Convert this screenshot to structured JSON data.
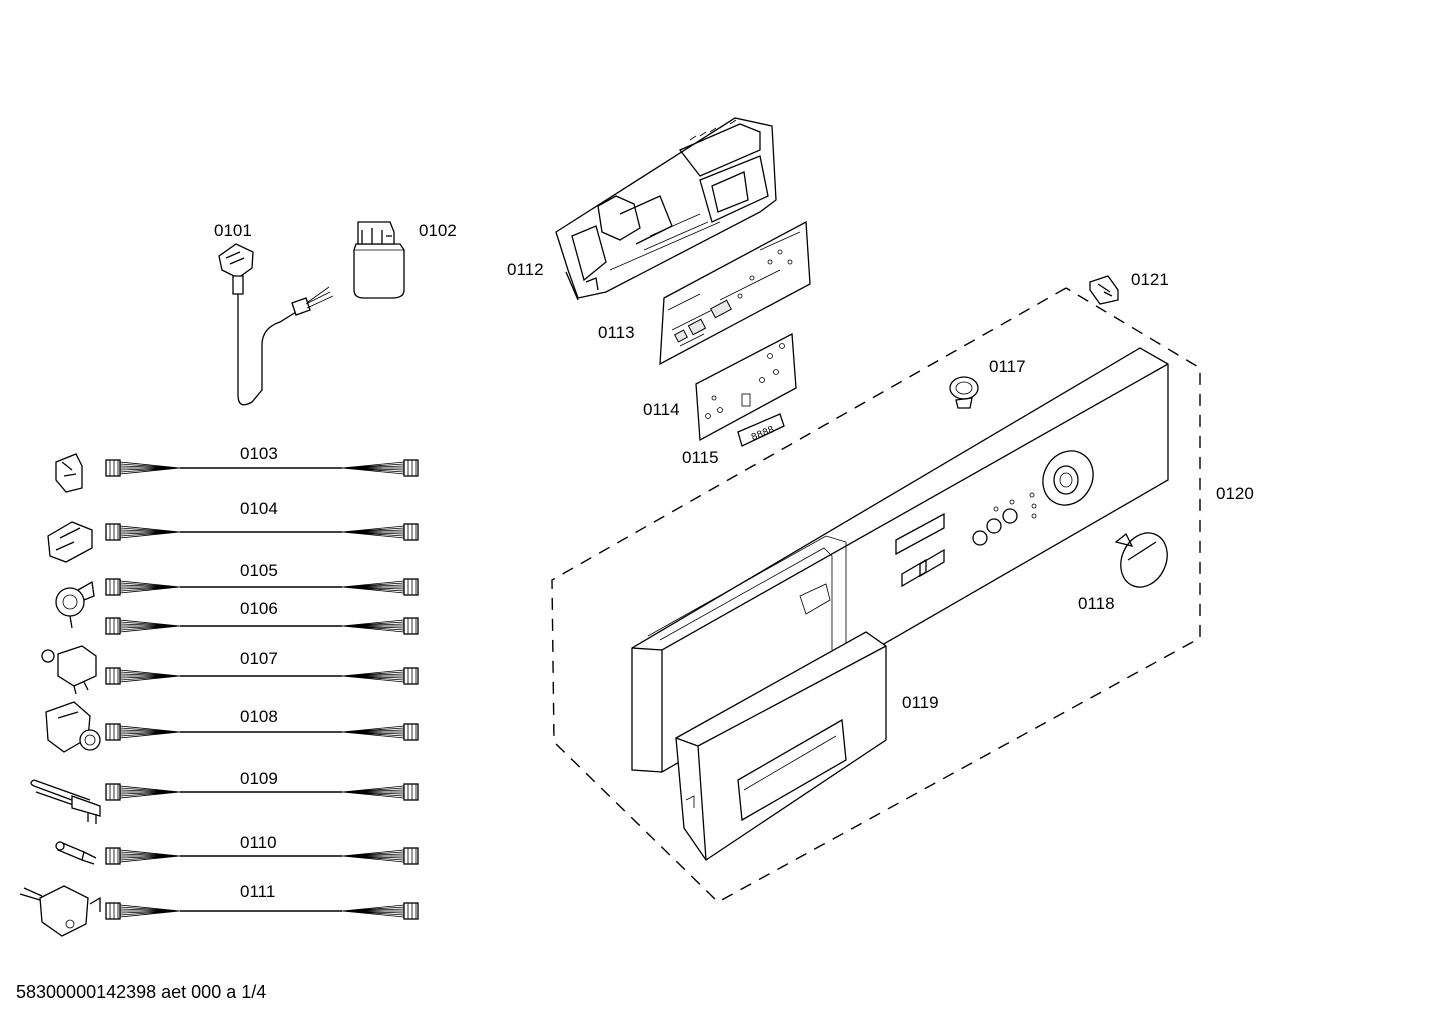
{
  "diagram": {
    "labels": {
      "p0101": "0101",
      "p0102": "0102",
      "p0103": "0103",
      "p0104": "0104",
      "p0105": "0105",
      "p0106": "0106",
      "p0107": "0107",
      "p0108": "0108",
      "p0109": "0109",
      "p0110": "0110",
      "p0111": "0111",
      "p0112": "0112",
      "p0113": "0113",
      "p0114": "0114",
      "p0115": "0115",
      "p0117": "0117",
      "p0118": "0118",
      "p0119": "0119",
      "p0120": "0120",
      "p0121": "0121"
    },
    "display_digits": "8888",
    "document_id": "58300000142398 aet 000 a 1/4"
  }
}
